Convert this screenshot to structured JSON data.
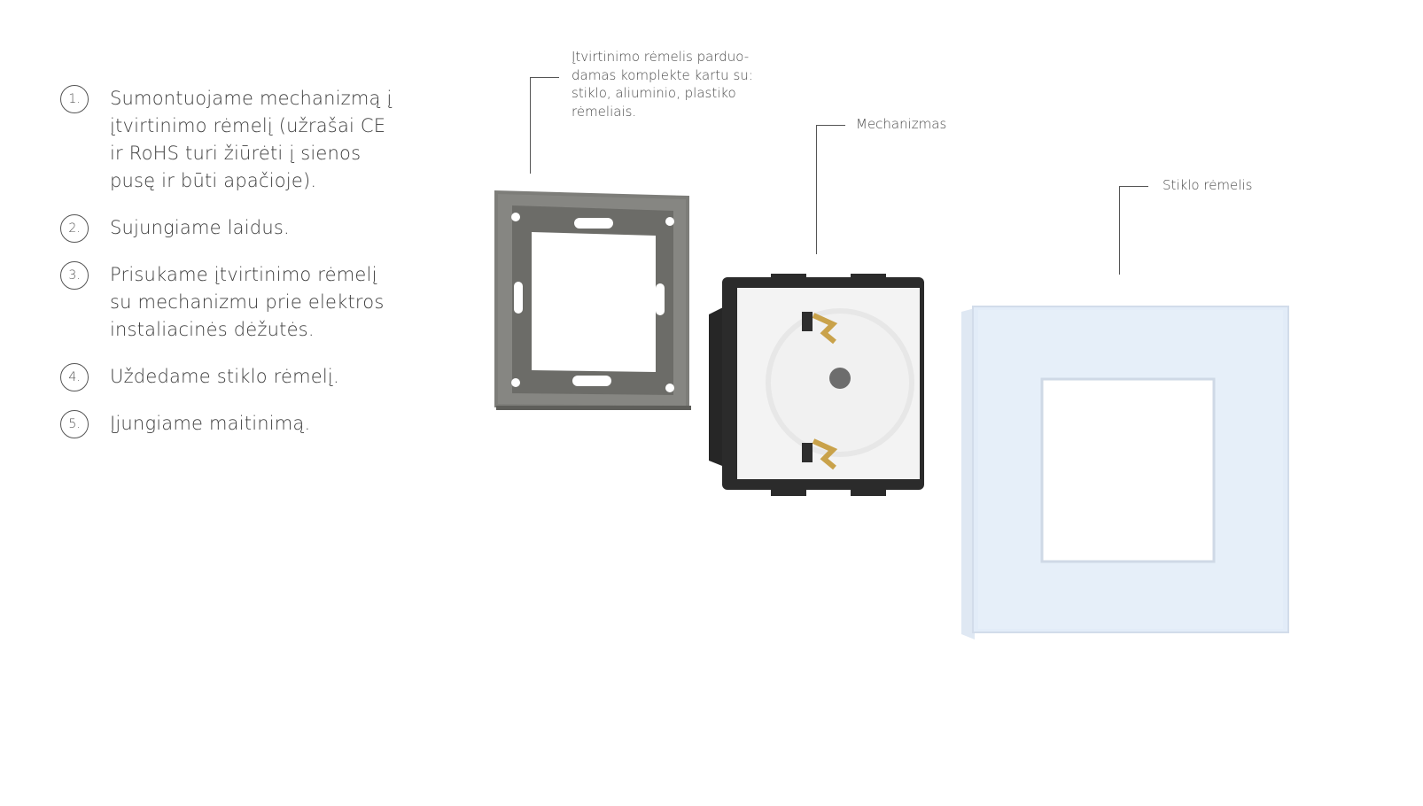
{
  "steps": [
    {
      "num": "1.",
      "text": "Sumontuojame mechanizmą į įtvirtinimo rėmelį (užrašai CE ir RoHS turi žiūrėti į sienos pusę ir būti apačioje)."
    },
    {
      "num": "2.",
      "text": "Sujungiame laidus."
    },
    {
      "num": "3.",
      "text": "Prisukame įtvirtinimo rėmelį su mechanizmu prie elektros instaliacinės dėžutės."
    },
    {
      "num": "4.",
      "text": "Uždedame stiklo rėmelį."
    },
    {
      "num": "5.",
      "text": "Įjungiame maitinimą."
    }
  ],
  "callouts": {
    "mounting_frame": "Įtvirtinimo rėmelis parduo-damas komplekte kartu su: stiklo, aliuminio, plastiko rėmeliais.",
    "mechanism": "Mechanizmas",
    "glass_frame": "Stiklo rėmelis"
  },
  "colors": {
    "mounting_frame": "#7b7b77",
    "socket_body": "#2d2d2d",
    "socket_face": "#f4f4f4",
    "glass_frame": "#e4eef9",
    "contacts": "#c9a24a"
  }
}
